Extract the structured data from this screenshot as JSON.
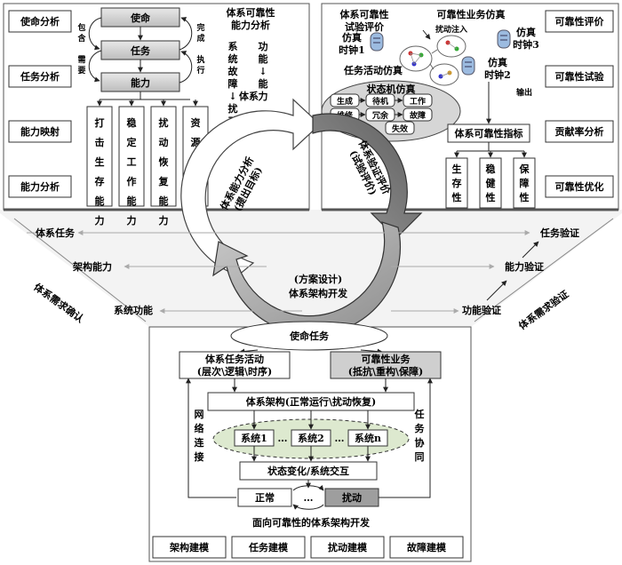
{
  "left_panel": {
    "side_boxes": [
      "使命分析",
      "任务分析",
      "能力映射",
      "能力分析"
    ],
    "chain": [
      "使命",
      "任务",
      "能力"
    ],
    "include_label": "包含",
    "need_label": "需要",
    "complete_label": "完成",
    "execute_label": "执行",
    "capability_cols": [
      "打击生存能力",
      "稳定工作能力",
      "扰动恢复能力",
      "资源保障能力"
    ],
    "title": "体系可靠性能力分析",
    "vertical_left": "系统故障↓扰动",
    "vertical_right": "功能↓能力",
    "system_label": "体系"
  },
  "right_panel": {
    "side_boxes": [
      "可靠性评价",
      "可靠性试验",
      "贡献率分析",
      "可靠性优化"
    ],
    "eval_title": "体系可靠性试验评价",
    "biz_sim": "可靠性业务仿真",
    "disturb": "扰动注入",
    "clock1": "仿真时钟1",
    "clock2": "仿真时钟2",
    "clock3": "仿真时钟3",
    "task_sim": "任务活动仿真",
    "fsm_sim": "状态机仿真",
    "states": [
      "生成",
      "待机",
      "工作",
      "维修",
      "冗余",
      "故障",
      "失效"
    ],
    "output": "输出",
    "indicator": "体系可靠性指标",
    "metrics": [
      "生存性",
      "稳健性",
      "保障性"
    ]
  },
  "cycle": {
    "left_arrow": [
      "体系能力分析",
      "(提出目标)"
    ],
    "right_arrow": [
      "体系验证评价",
      "(试验评价)"
    ],
    "bottom_arrow": [
      "(方案设计)",
      "体系架构开发"
    ]
  },
  "v_labels": {
    "left": [
      "体系任务",
      "架构能力",
      "系统功能"
    ],
    "left_diag": "体系需求确认",
    "right": [
      "任务验证",
      "能力验证",
      "功能验证"
    ],
    "right_diag": "体系需求验证"
  },
  "bottom_panel": {
    "mission": "使命任务",
    "activity": [
      "体系任务活动",
      "(层次\\逻辑\\时序)"
    ],
    "reliability": [
      "可靠性业务",
      "(抵抗\\重构\\保障)"
    ],
    "network": "网络连接",
    "task_coop": "任务协同",
    "architecture": "体系架构(正常运行\\扰动恢复)",
    "systems": [
      "系统1",
      "系统2",
      "系统n"
    ],
    "dots": "…",
    "state_change": "状态变化/系统交互",
    "normal": "正常",
    "disturb": "扰动",
    "dev_title": "面向可靠性的体系架构开发",
    "modeling": [
      "架构建模",
      "任务建模",
      "扰动建模",
      "故障建模"
    ]
  }
}
